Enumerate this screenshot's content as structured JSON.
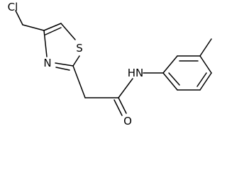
{
  "molecule": {
    "atoms": {
      "chloro": "Cl",
      "thiazole_sulfur": "S",
      "thiazole_nitrogen": "N",
      "amide_nh": "HN",
      "carbonyl_oxygen": "O"
    }
  }
}
